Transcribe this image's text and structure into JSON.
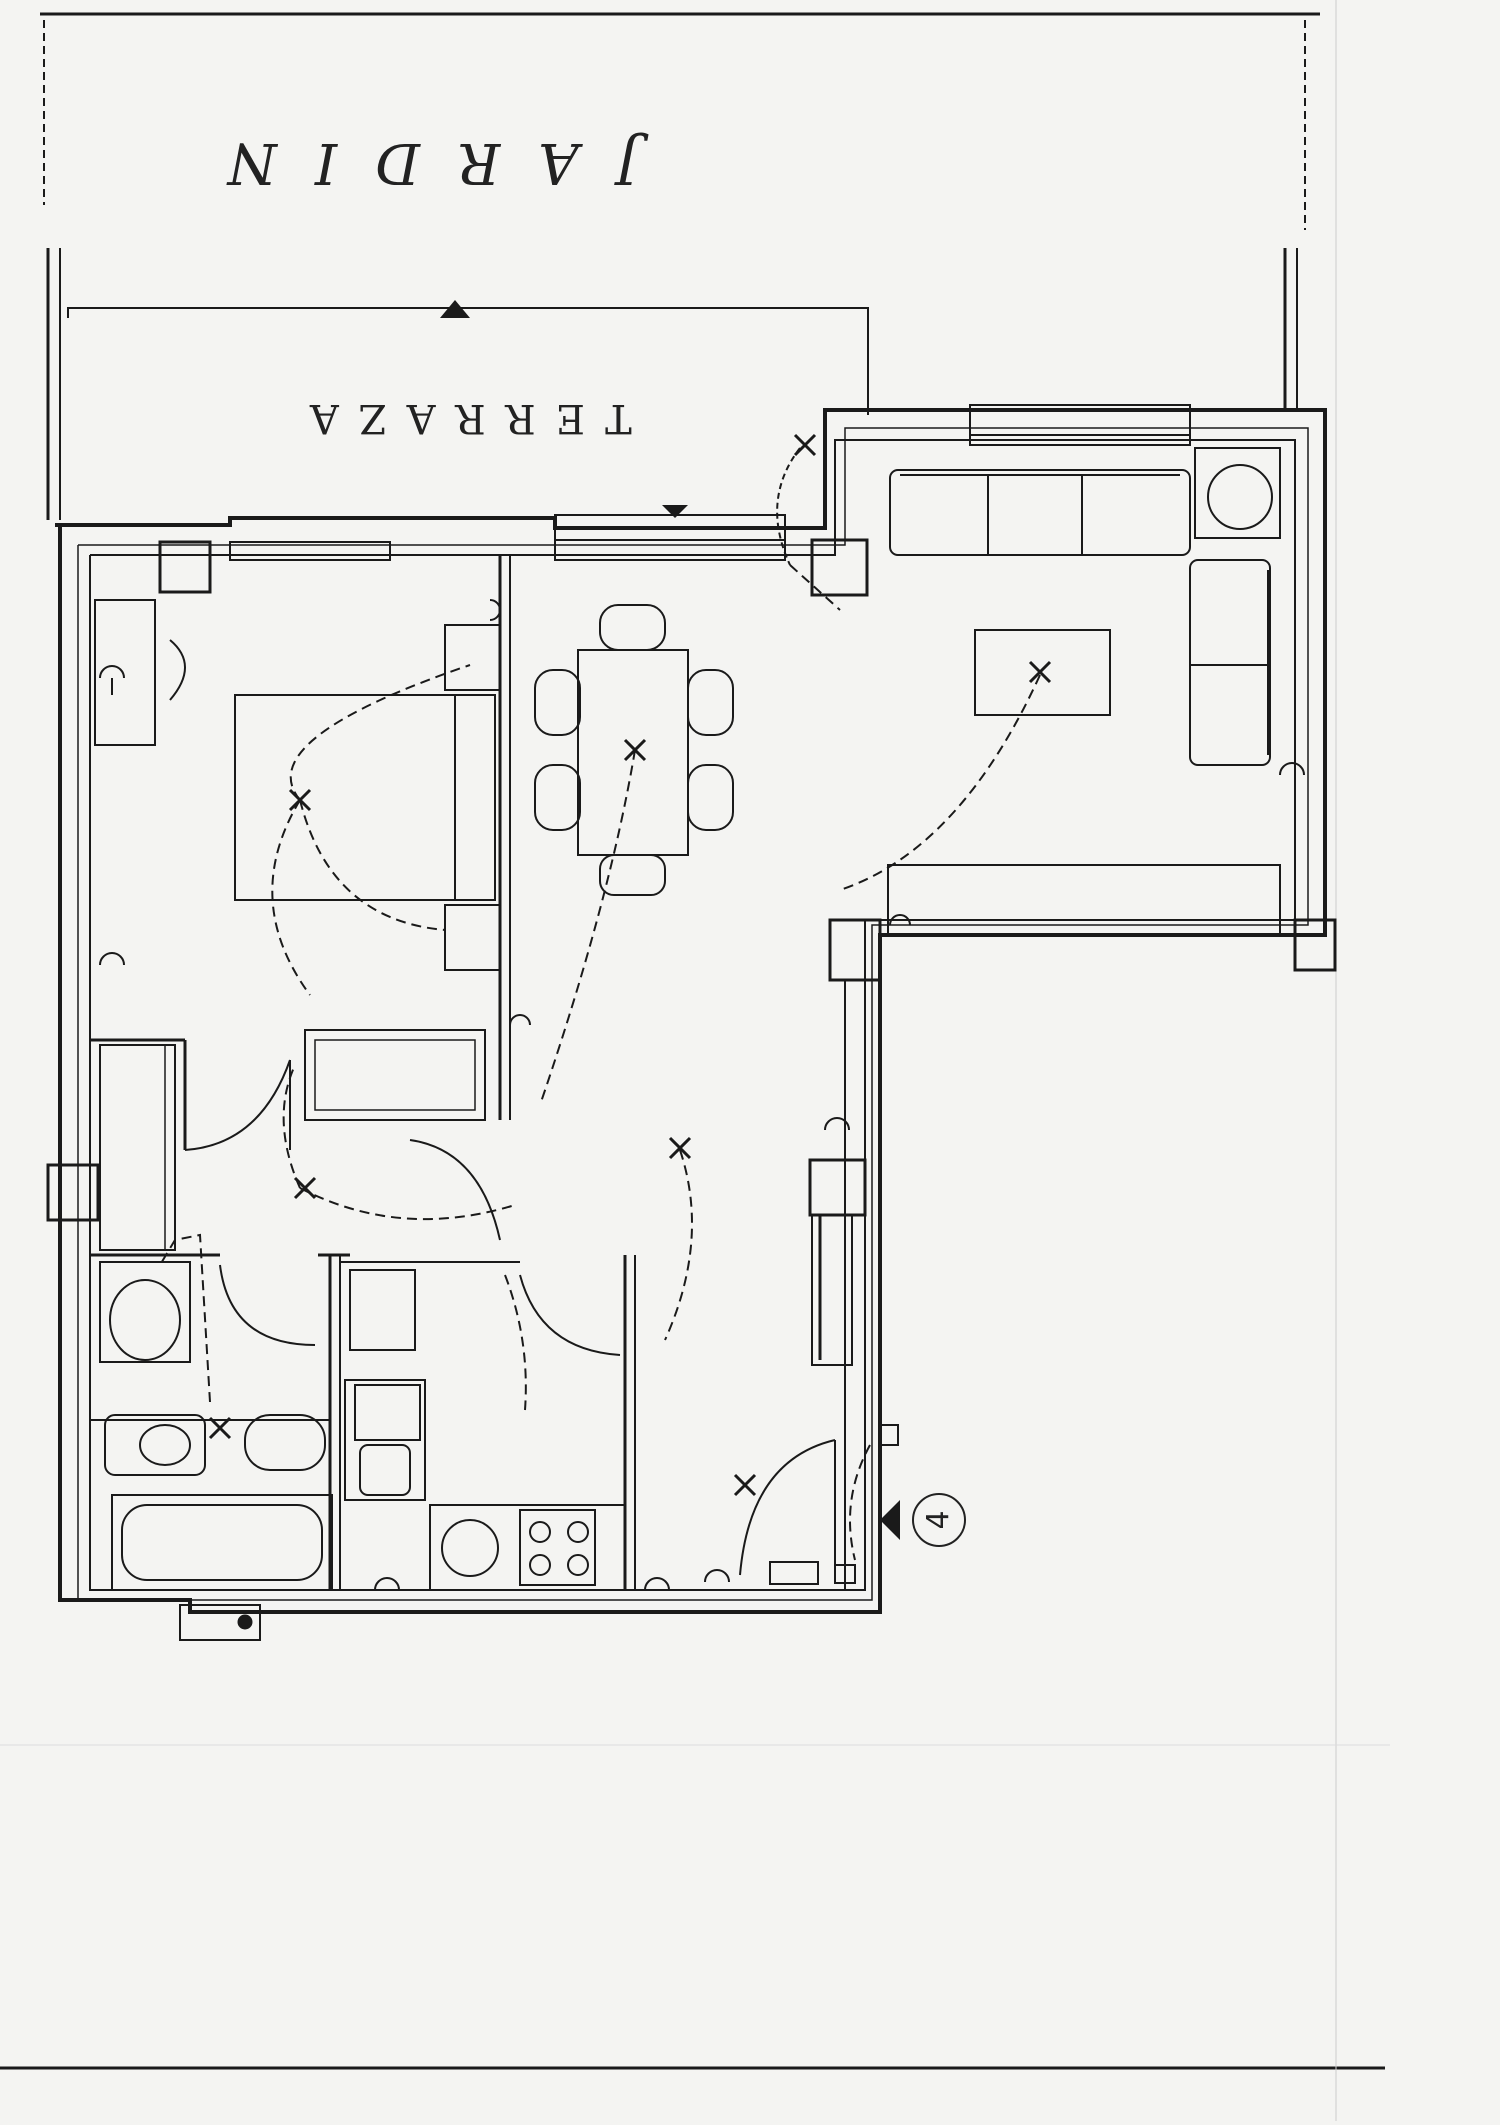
{
  "plan": {
    "garden_label": "JARDIN",
    "terrace_label": "TERRAZA",
    "entrance_number": "4"
  },
  "colors": {
    "ink": "#1a1a1a",
    "paper": "#f4f4f2"
  }
}
